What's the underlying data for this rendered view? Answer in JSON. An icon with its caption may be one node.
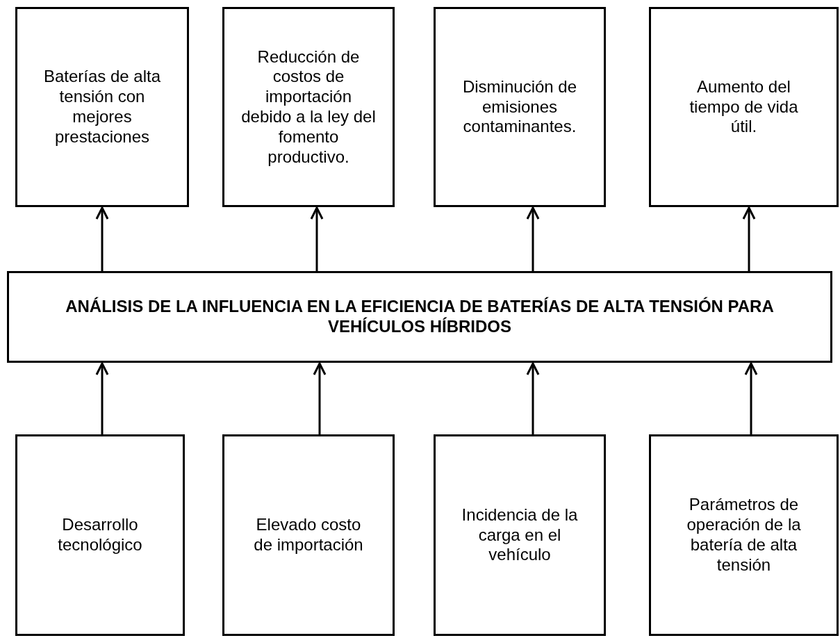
{
  "diagram": {
    "nodes": [
      {
        "text": [
          "Baterías de alta tensión con mejores prestaciones"
        ]
      },
      {
        "text": [
          "Reducción de costos de importación debido a la ley del fomento productivo."
        ]
      },
      {
        "text": [
          "Disminución de emisiones contaminantes."
        ]
      },
      {
        "text": [
          "Aumento del tiempo de vida útil."
        ]
      },
      {
        "text": [
          "ANÁLISIS DE LA INFLUENCIA EN LA EFICIENCIA DE BATERÍAS DE ALTA TENSIÓN PARA VEHÍCULOS HÍBRIDOS"
        ]
      },
      {
        "text": [
          "Desarrollo tecnológico"
        ]
      },
      {
        "text": [
          "Elevado costo de importación"
        ]
      },
      {
        "text": [
          "Incidencia de la carga en el vehículo"
        ]
      },
      {
        "text": [
          "Parámetros de operación de la batería de alta tensión"
        ]
      }
    ],
    "edges": [
      {
        "from": 4,
        "to": 0,
        "arrow": "to"
      },
      {
        "from": 4,
        "to": 1,
        "arrow": "to"
      },
      {
        "from": 4,
        "to": 2,
        "arrow": "to"
      },
      {
        "from": 4,
        "to": 3,
        "arrow": "to"
      },
      {
        "from": 5,
        "to": 4,
        "arrow": "to"
      },
      {
        "from": 6,
        "to": 4,
        "arrow": "to"
      },
      {
        "from": 7,
        "to": 4,
        "arrow": "to"
      },
      {
        "from": 8,
        "to": 4,
        "arrow": "to"
      }
    ]
  }
}
